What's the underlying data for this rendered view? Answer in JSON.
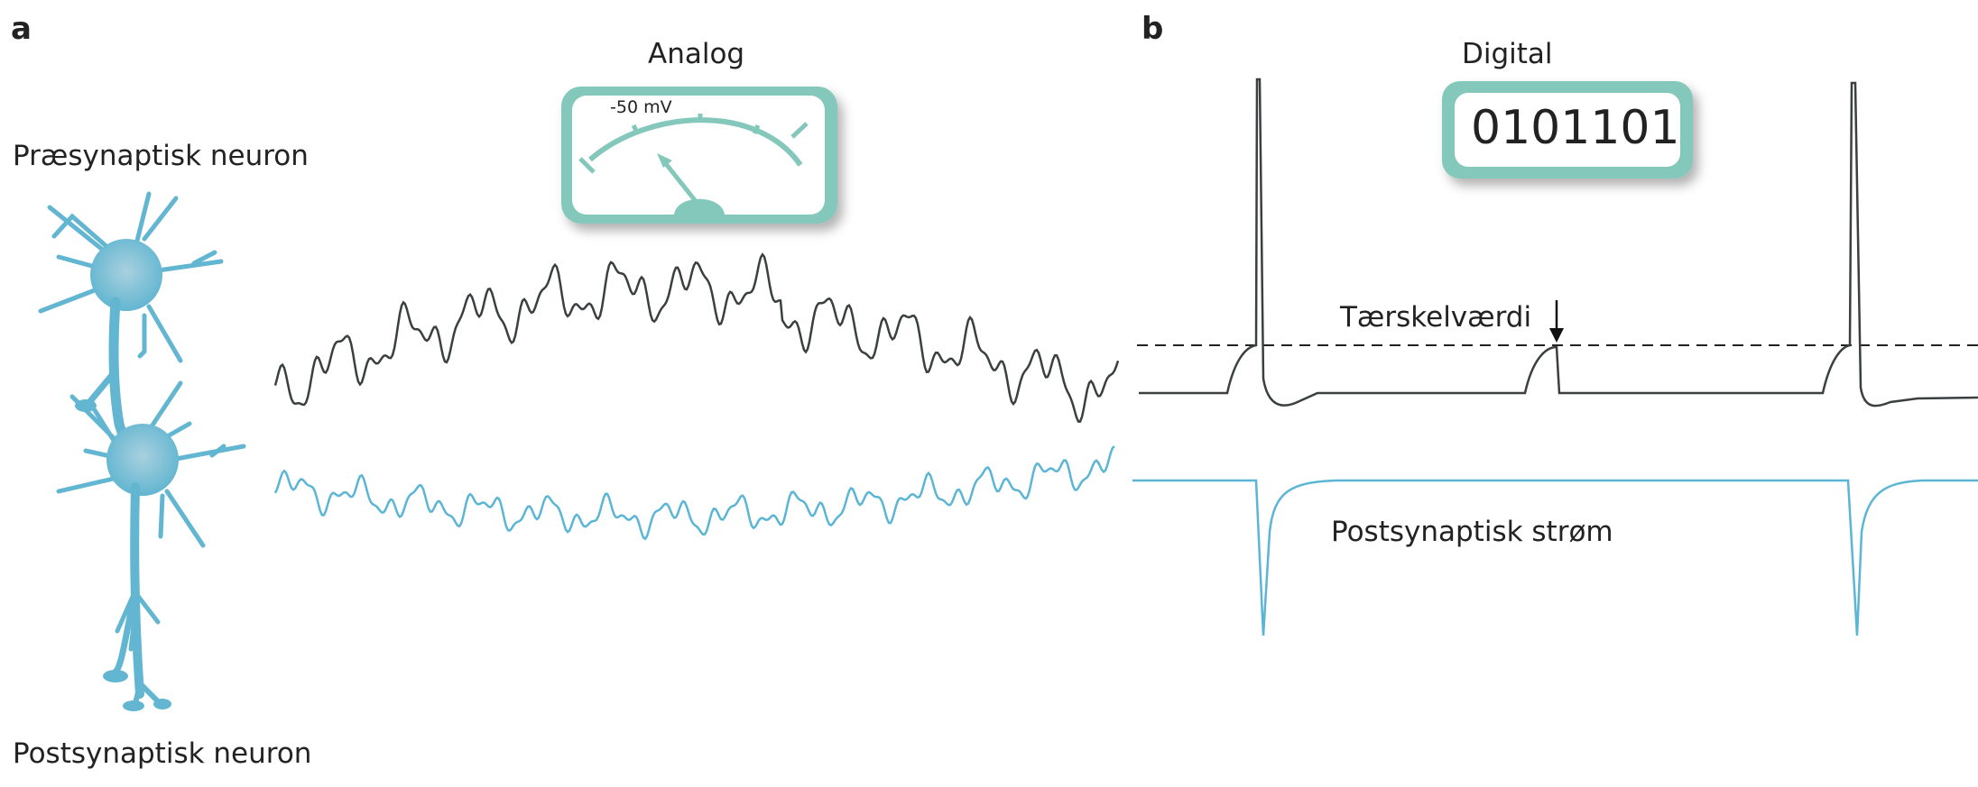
{
  "panels": {
    "a": "a",
    "b": "b"
  },
  "labels": {
    "presynaptic": "Præsynaptisk neuron",
    "postsynaptic": "Postsynaptisk neuron",
    "analog": "Analog",
    "digital": "Digital",
    "meter_value": "-50 mV",
    "digital_value": "0101101",
    "threshold": "Tærskelværdi",
    "postsynaptic_current": "Postsynaptisk strøm"
  },
  "colors": {
    "teal": "#84c7bb",
    "neuron": "#62b6d1",
    "trace_dark": "#3a3f3f",
    "trace_blue": "#5bb5d4"
  }
}
